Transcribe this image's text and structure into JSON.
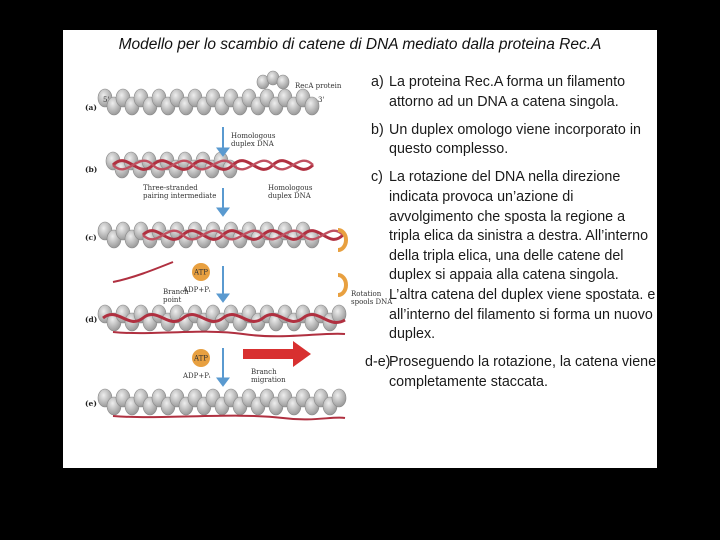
{
  "slide": {
    "title": "Modello per lo scambio di catene di DNA mediato dalla proteina Rec.A"
  },
  "figure": {
    "panels": [
      "(a)",
      "(b)",
      "(c)",
      "(d)",
      "(e)"
    ],
    "labels": {
      "reca_protein": "RecA protein",
      "homologous_duplex": [
        "Homologous",
        "duplex DNA"
      ],
      "three_stranded": [
        "Three-stranded",
        "pairing intermediate"
      ],
      "homologous_duplex_b": [
        "Homologous",
        "duplex DNA"
      ],
      "branch_point": [
        "Branch",
        "point"
      ],
      "rotation": [
        "Rotation",
        "spools DNA"
      ],
      "atp": "ATP",
      "adp": "ADP+Pᵢ",
      "branch_migration": [
        "Branch",
        "migration"
      ],
      "five_prime": "5'",
      "three_prime": "3'"
    },
    "colors": {
      "protein": "#c8c8c8",
      "dna_red": "#b03040",
      "arrow": "#5a9ad0",
      "atp": "#e8a040",
      "branch_arrow": "#d83030"
    }
  },
  "caption": {
    "items": [
      {
        "label": "a)",
        "text": "La proteina Rec.A  forma un filamento attorno ad un DNA a catena singola."
      },
      {
        "label": "b)",
        "text": "Un duplex omologo viene incorporato in questo complesso."
      },
      {
        "label": "c)",
        "text": "La rotazione del DNA nella direzione indicata provoca un’azione di avvolgimento che sposta la regione a tripla elica da sinistra a destra. All’interno della tripla elica, una delle catene del duplex si appaia alla catena singola. L’altra catena del duplex viene spostata. e all’interno del filamento si forma un nuovo duplex."
      },
      {
        "label": "d-e)",
        "text": "Proseguendo la rotazione, la catena viene completamente staccata."
      }
    ]
  }
}
